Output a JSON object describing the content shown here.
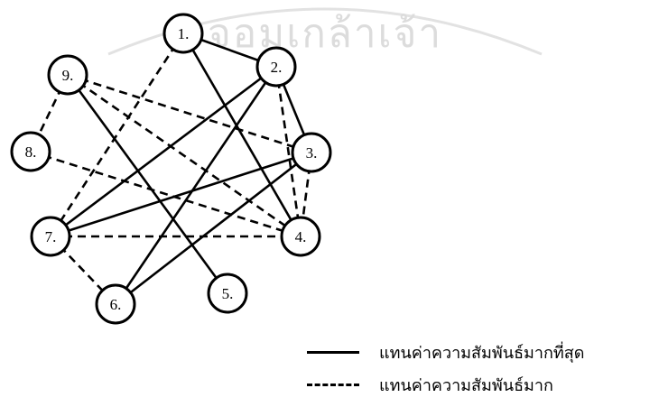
{
  "watermark": {
    "text": "จอมเกล้าเจ้า"
  },
  "nodes": [
    {
      "id": "1",
      "label": "1."
    },
    {
      "id": "2",
      "label": "2."
    },
    {
      "id": "3",
      "label": "3."
    },
    {
      "id": "4",
      "label": "4."
    },
    {
      "id": "5",
      "label": "5."
    },
    {
      "id": "6",
      "label": "6."
    },
    {
      "id": "7",
      "label": "7."
    },
    {
      "id": "8",
      "label": "8."
    },
    {
      "id": "9",
      "label": "9."
    }
  ],
  "edges": [
    {
      "from": "1",
      "to": "2",
      "style": "solid"
    },
    {
      "from": "1",
      "to": "4",
      "style": "solid"
    },
    {
      "from": "2",
      "to": "3",
      "style": "solid"
    },
    {
      "from": "2",
      "to": "7",
      "style": "solid"
    },
    {
      "from": "2",
      "to": "6",
      "style": "solid"
    },
    {
      "from": "3",
      "to": "7",
      "style": "solid"
    },
    {
      "from": "3",
      "to": "6",
      "style": "solid"
    },
    {
      "from": "9",
      "to": "5",
      "style": "solid"
    },
    {
      "from": "1",
      "to": "7",
      "style": "dashed"
    },
    {
      "from": "2",
      "to": "4",
      "style": "dashed"
    },
    {
      "from": "9",
      "to": "3",
      "style": "dashed"
    },
    {
      "from": "9",
      "to": "4",
      "style": "dashed"
    },
    {
      "from": "9",
      "to": "8",
      "style": "dashed"
    },
    {
      "from": "8",
      "to": "4",
      "style": "dashed"
    },
    {
      "from": "7",
      "to": "4",
      "style": "dashed"
    },
    {
      "from": "7",
      "to": "6",
      "style": "dashed"
    },
    {
      "from": "3",
      "to": "4",
      "style": "dashed"
    }
  ],
  "legend": {
    "solid_label": "แทนค่าความสัมพันธ์มากที่สุด",
    "dashed_label": "แทนค่าความสัมพันธ์มาก"
  }
}
